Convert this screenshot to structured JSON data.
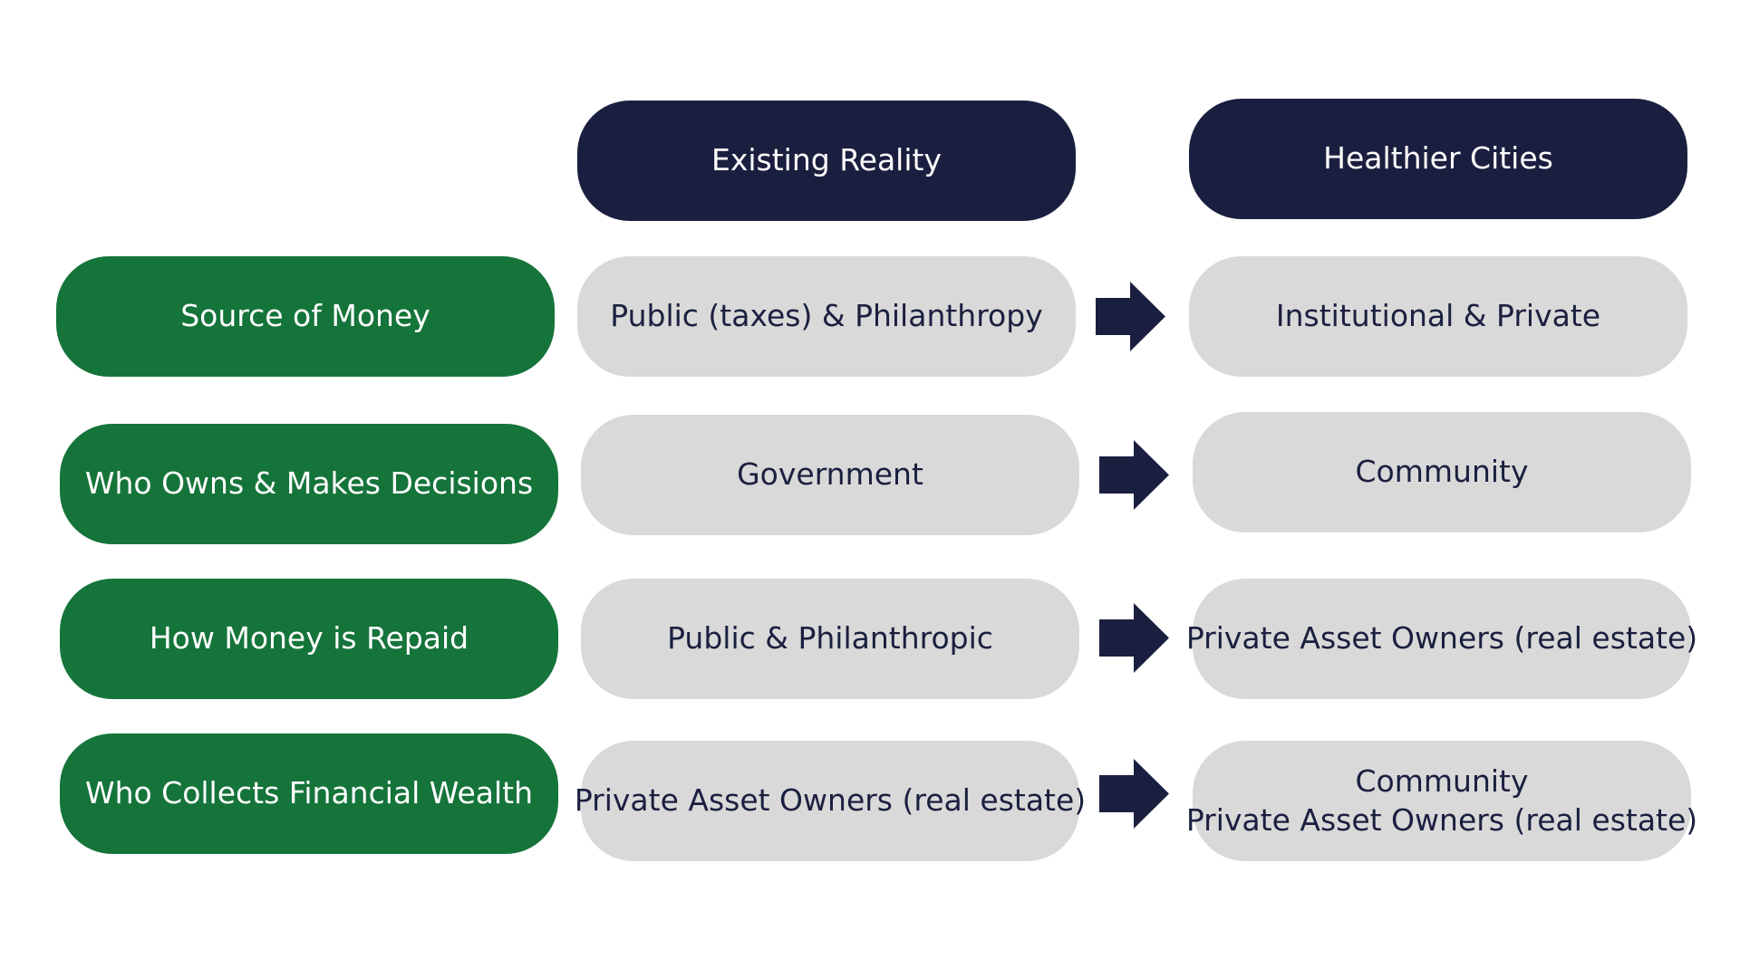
{
  "colors": {
    "header_bg": "#1b1f3f",
    "label_bg": "#15743a",
    "cell_bg": "#d9d9d9",
    "text_dark": "#1b1f3f",
    "arrow": "#1b1f3f"
  },
  "headers": {
    "existing": "Existing Reality",
    "healthier": "Healthier Cities"
  },
  "rows": [
    {
      "label": "Source of Money",
      "existing": "Public (taxes) & Philanthropy",
      "healthier": [
        "Institutional & Private"
      ],
      "arrow_icon": "right-arrow-icon"
    },
    {
      "label": "Who Owns & Makes Decisions",
      "existing": "Government",
      "healthier": [
        "Community"
      ],
      "arrow_icon": "right-arrow-icon"
    },
    {
      "label": "How Money is Repaid",
      "existing": "Public & Philanthropic",
      "healthier": [
        "Private Asset Owners (real estate)"
      ],
      "arrow_icon": "right-arrow-icon"
    },
    {
      "label": "Who Collects Financial Wealth",
      "existing": "Private Asset Owners (real estate)",
      "healthier": [
        "Community",
        "Private Asset Owners (real estate)"
      ],
      "arrow_icon": "right-arrow-icon"
    }
  ]
}
